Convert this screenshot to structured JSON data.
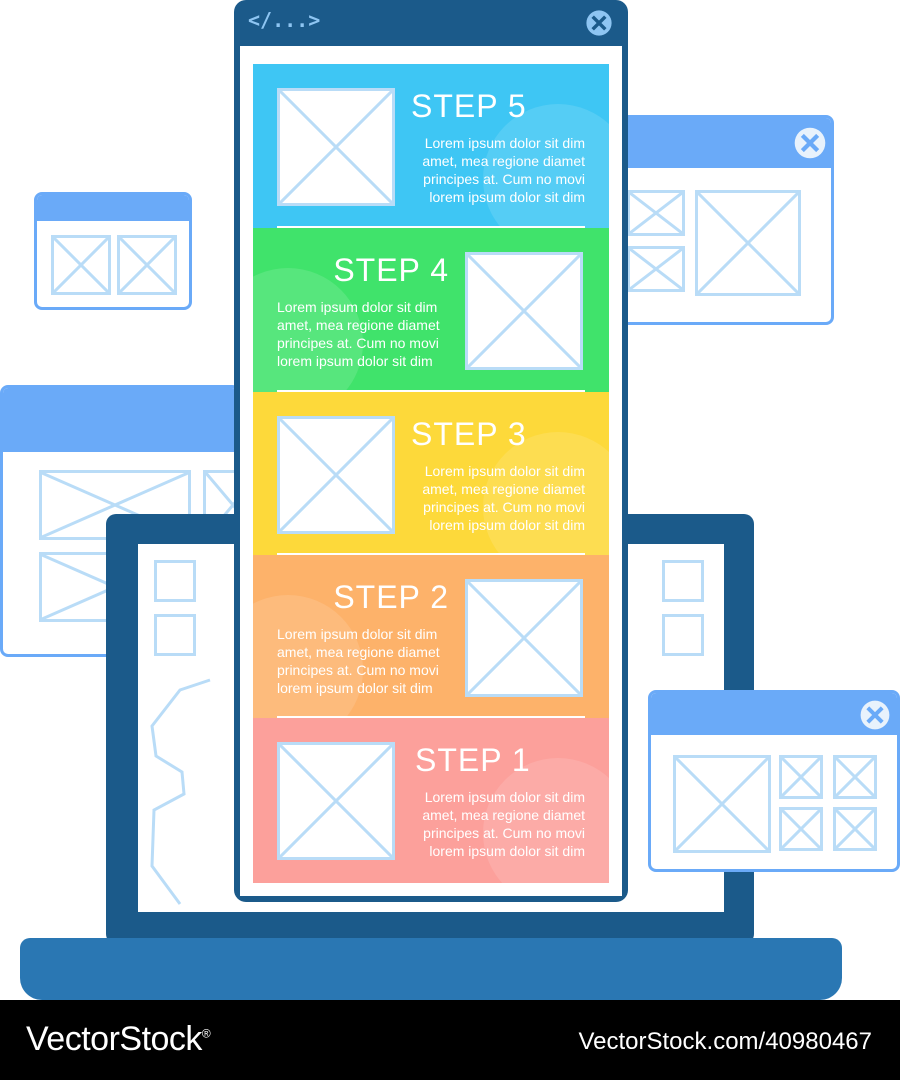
{
  "infographic": {
    "code_symbol": "</...>",
    "steps": [
      {
        "title": "STEP 5",
        "text": "Lorem ipsum dolor sit dim amet, mea regione diamet principes at. Cum no movi lorem ipsum dolor sit dim"
      },
      {
        "title": "STEP 4",
        "text": "Lorem ipsum dolor sit dim amet, mea regione diamet principes at. Cum no movi lorem ipsum dolor sit dim"
      },
      {
        "title": "STEP 3",
        "text": "Lorem ipsum dolor sit dim amet, mea regione diamet principes at. Cum no movi lorem ipsum dolor sit dim"
      },
      {
        "title": "STEP 2",
        "text": "Lorem ipsum dolor sit dim amet, mea regione diamet principes at. Cum no movi lorem ipsum dolor sit dim"
      },
      {
        "title": "STEP 1",
        "text": "Lorem ipsum dolor sit dim amet, mea regione diamet principes at. Cum no movi lorem ipsum dolor sit dim"
      }
    ],
    "step_colors": [
      "#3ec6f4",
      "#40e36b",
      "#fdd93a",
      "#fdb26a",
      "#fca09b"
    ]
  },
  "footer": {
    "brand": "VectorStock",
    "registered_mark": "®",
    "credit": "VectorStock.com/40980467"
  },
  "icons": {
    "close": "close-circle-icon",
    "code": "code-brackets-icon",
    "placeholder": "image-placeholder-icon"
  },
  "colors": {
    "dark_blue": "#1b5a8a",
    "window_blue": "#6aaaf8",
    "placeholder_line": "#b9dcf7"
  }
}
